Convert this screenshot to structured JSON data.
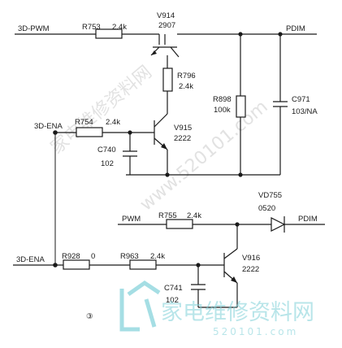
{
  "nets": {
    "pwm_in": "3D-PWM",
    "ena_top": "3D-ENA",
    "ena_bottom": "3D-ENA",
    "pdim_top": "PDIM",
    "pwm_lower": "PWM",
    "pdim_lower": "PDIM"
  },
  "components": {
    "r753": {
      "ref": "R753",
      "value": "2.4k"
    },
    "v914": {
      "ref": "V914",
      "value": "2907"
    },
    "r796": {
      "ref": "R796",
      "value": "2.4k"
    },
    "r754": {
      "ref": "R754",
      "value": "2.4k"
    },
    "v915": {
      "ref": "V915",
      "value": "2222"
    },
    "c740": {
      "ref": "C740",
      "value": "102"
    },
    "r898": {
      "ref": "R898",
      "value": "100k"
    },
    "c971": {
      "ref": "C971",
      "value": "103/NA"
    },
    "vd755": {
      "ref": "VD755",
      "value": "0520"
    },
    "r755": {
      "ref": "R755",
      "value": "2.4k"
    },
    "r928": {
      "ref": "R928",
      "value": "0"
    },
    "r963": {
      "ref": "R963",
      "value": "2.4k"
    },
    "v916": {
      "ref": "V916",
      "value": "2222"
    },
    "c741": {
      "ref": "C741",
      "value": "102"
    }
  },
  "figure_marker": "③",
  "watermark": {
    "site_cn": "家电维修资料网",
    "url": "520101.com",
    "diag_cn": "家电维修资料网",
    "diag_url": "www.520101.com"
  }
}
